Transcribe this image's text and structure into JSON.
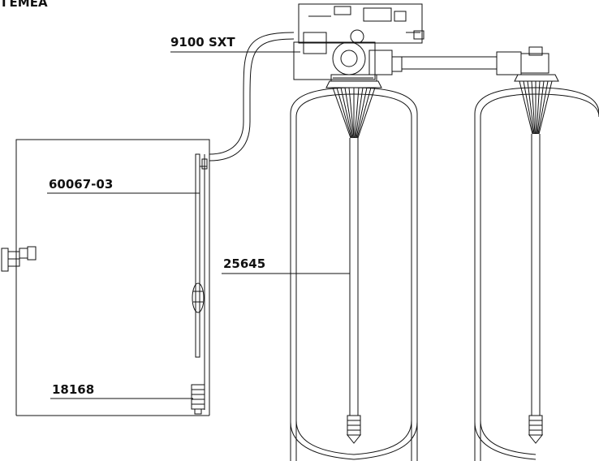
{
  "heading": "ГЕМЕА",
  "labels": {
    "control_valve": "9100 SXT",
    "brine_valve": "60067-03",
    "riser_tube": "25645",
    "air_check": "18168"
  },
  "colors": {
    "line": "#111111",
    "background": "#ffffff"
  },
  "icons": {
    "valve": "control-valve-icon",
    "brine_well": "brine-well-icon",
    "distributor": "distributor-basket-icon"
  }
}
